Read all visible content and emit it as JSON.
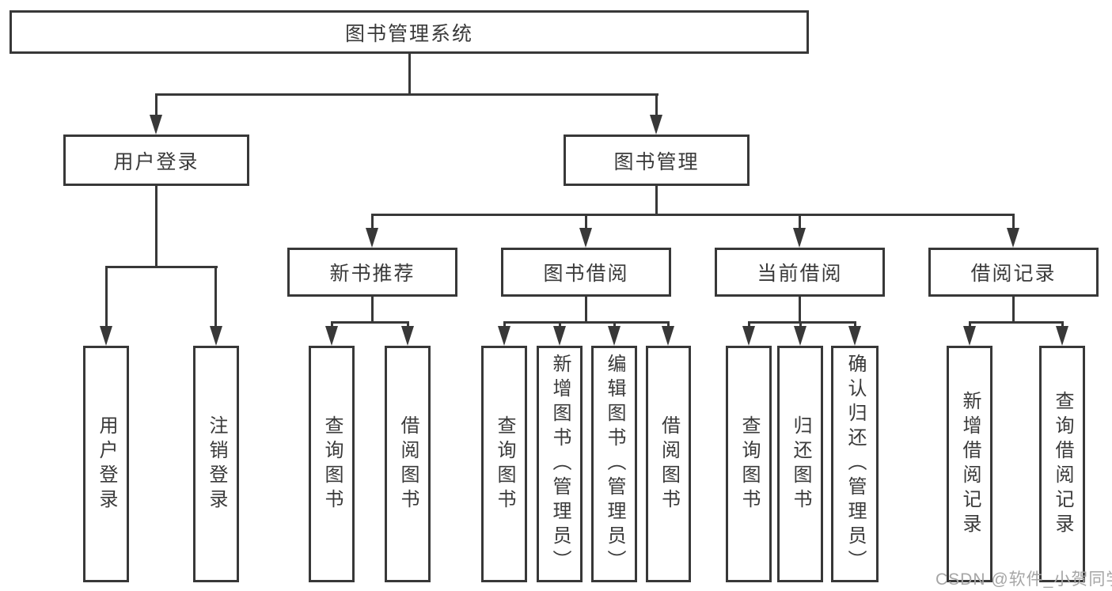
{
  "diagram": {
    "root": {
      "label": "图书管理系统",
      "children": [
        {
          "label": "用户登录",
          "children": [
            {
              "label": "用户登录"
            },
            {
              "label": "注销登录"
            }
          ]
        },
        {
          "label": "图书管理",
          "children": [
            {
              "label": "新书推荐",
              "children": [
                {
                  "label": "查询图书"
                },
                {
                  "label": "借阅图书"
                }
              ]
            },
            {
              "label": "图书借阅",
              "children": [
                {
                  "label": "查询图书"
                },
                {
                  "label": "新增图书（管理员）"
                },
                {
                  "label": "编辑图书（管理员）"
                },
                {
                  "label": "借阅图书"
                }
              ]
            },
            {
              "label": "当前借阅",
              "children": [
                {
                  "label": "查询图书"
                },
                {
                  "label": "归还图书"
                },
                {
                  "label": "确认归还（管理员）"
                }
              ]
            },
            {
              "label": "借阅记录",
              "children": [
                {
                  "label": "新增借阅记录"
                },
                {
                  "label": "查询借阅记录"
                }
              ]
            }
          ]
        }
      ]
    },
    "colors": {
      "line": "#383838",
      "text": "#3a3a3a",
      "box_background": "#ffffff",
      "watermark": "#a6a6a6"
    }
  },
  "watermark": {
    "text": "CSDN @软件_小贺同学"
  }
}
